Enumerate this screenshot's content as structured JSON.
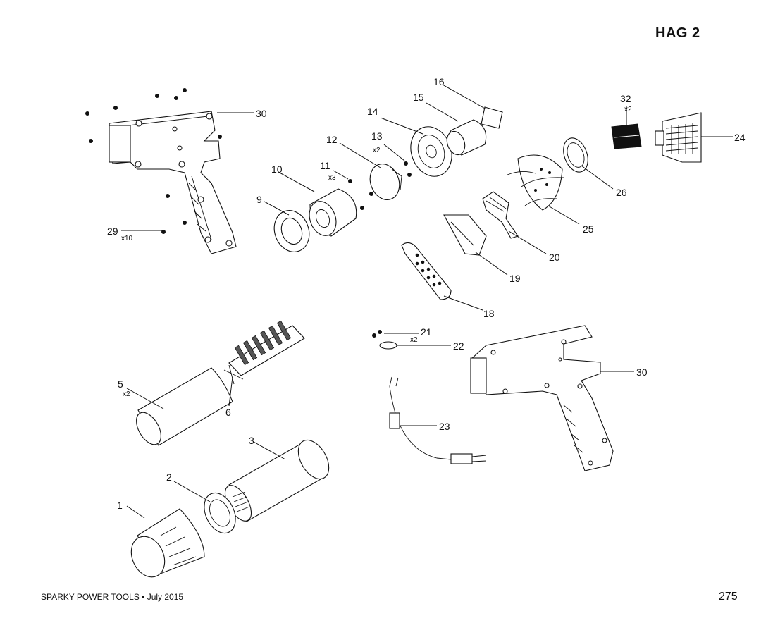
{
  "header": {
    "model": "HAG 2"
  },
  "footer": {
    "publisher": "SPARKY POWER TOOLS • July 2015",
    "page_number": "275"
  },
  "parts": [
    {
      "id": "p1",
      "label": "1",
      "qty": ""
    },
    {
      "id": "p2",
      "label": "2",
      "qty": ""
    },
    {
      "id": "p3",
      "label": "3",
      "qty": ""
    },
    {
      "id": "p5",
      "label": "5",
      "qty": "x2"
    },
    {
      "id": "p6",
      "label": "6",
      "qty": ""
    },
    {
      "id": "p9",
      "label": "9",
      "qty": ""
    },
    {
      "id": "p10",
      "label": "10",
      "qty": ""
    },
    {
      "id": "p11",
      "label": "11",
      "qty": "x3"
    },
    {
      "id": "p12",
      "label": "12",
      "qty": ""
    },
    {
      "id": "p13",
      "label": "13",
      "qty": "x2"
    },
    {
      "id": "p14",
      "label": "14",
      "qty": ""
    },
    {
      "id": "p15",
      "label": "15",
      "qty": ""
    },
    {
      "id": "p16",
      "label": "16",
      "qty": ""
    },
    {
      "id": "p18",
      "label": "18",
      "qty": ""
    },
    {
      "id": "p19",
      "label": "19",
      "qty": ""
    },
    {
      "id": "p20",
      "label": "20",
      "qty": ""
    },
    {
      "id": "p21",
      "label": "21",
      "qty": "x2"
    },
    {
      "id": "p22",
      "label": "22",
      "qty": ""
    },
    {
      "id": "p23",
      "label": "23",
      "qty": ""
    },
    {
      "id": "p24",
      "label": "24",
      "qty": ""
    },
    {
      "id": "p25",
      "label": "25",
      "qty": ""
    },
    {
      "id": "p26",
      "label": "26",
      "qty": ""
    },
    {
      "id": "p29",
      "label": "29",
      "qty": "x10"
    },
    {
      "id": "p30a",
      "label": "30",
      "qty": ""
    },
    {
      "id": "p30b",
      "label": "30",
      "qty": ""
    },
    {
      "id": "p32",
      "label": "32",
      "qty": "x2"
    }
  ]
}
